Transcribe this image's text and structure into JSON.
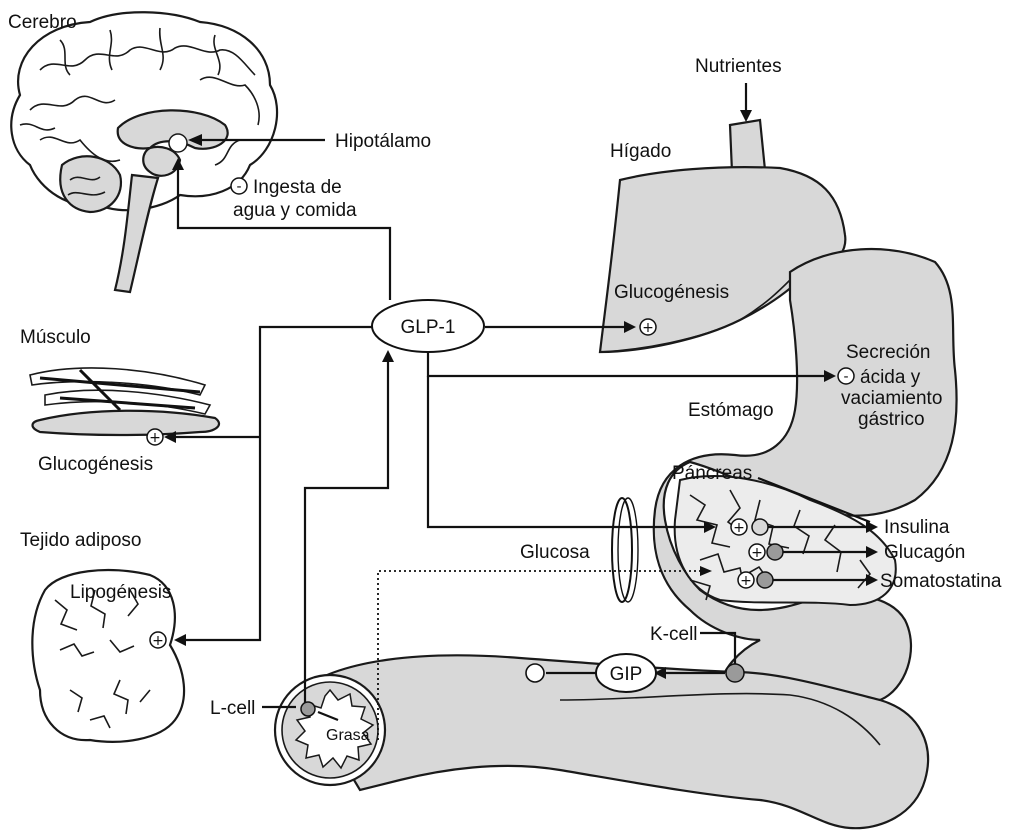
{
  "labels": {
    "cerebro": "Cerebro",
    "hipotalamo": "Hipotálamo",
    "ingesta_line1": "Ingesta de",
    "ingesta_line2": "agua y comida",
    "nutrientes": "Nutrientes",
    "higado": "Hígado",
    "glucogenesis_higado": "Glucogénesis",
    "musculo": "Músculo",
    "glucogenesis_musculo": "Glucogénesis",
    "tejido_adiposo": "Tejido adiposo",
    "lipogenesis": "Lipogénesis",
    "glp1": "GLP-1",
    "secrecion_line1": "Secreción",
    "secrecion_line2": "ácida y",
    "secrecion_line3": "vaciamiento",
    "secrecion_line4": "gástrico",
    "estomago": "Estómago",
    "pancreas": "Páncreas",
    "insulina": "Insulina",
    "glucagon": "Glucagón",
    "somatostatina": "Somatostatina",
    "glucosa": "Glucosa",
    "kcell": "K-cell",
    "gip": "GIP",
    "lcell": "L-cell",
    "grasa": "Grasa"
  },
  "signs": {
    "plus": "+",
    "minus": "-"
  },
  "colors": {
    "organ_fill": "#d8d8d8",
    "cell_fill": "#9a9a9a",
    "line": "#111111"
  }
}
